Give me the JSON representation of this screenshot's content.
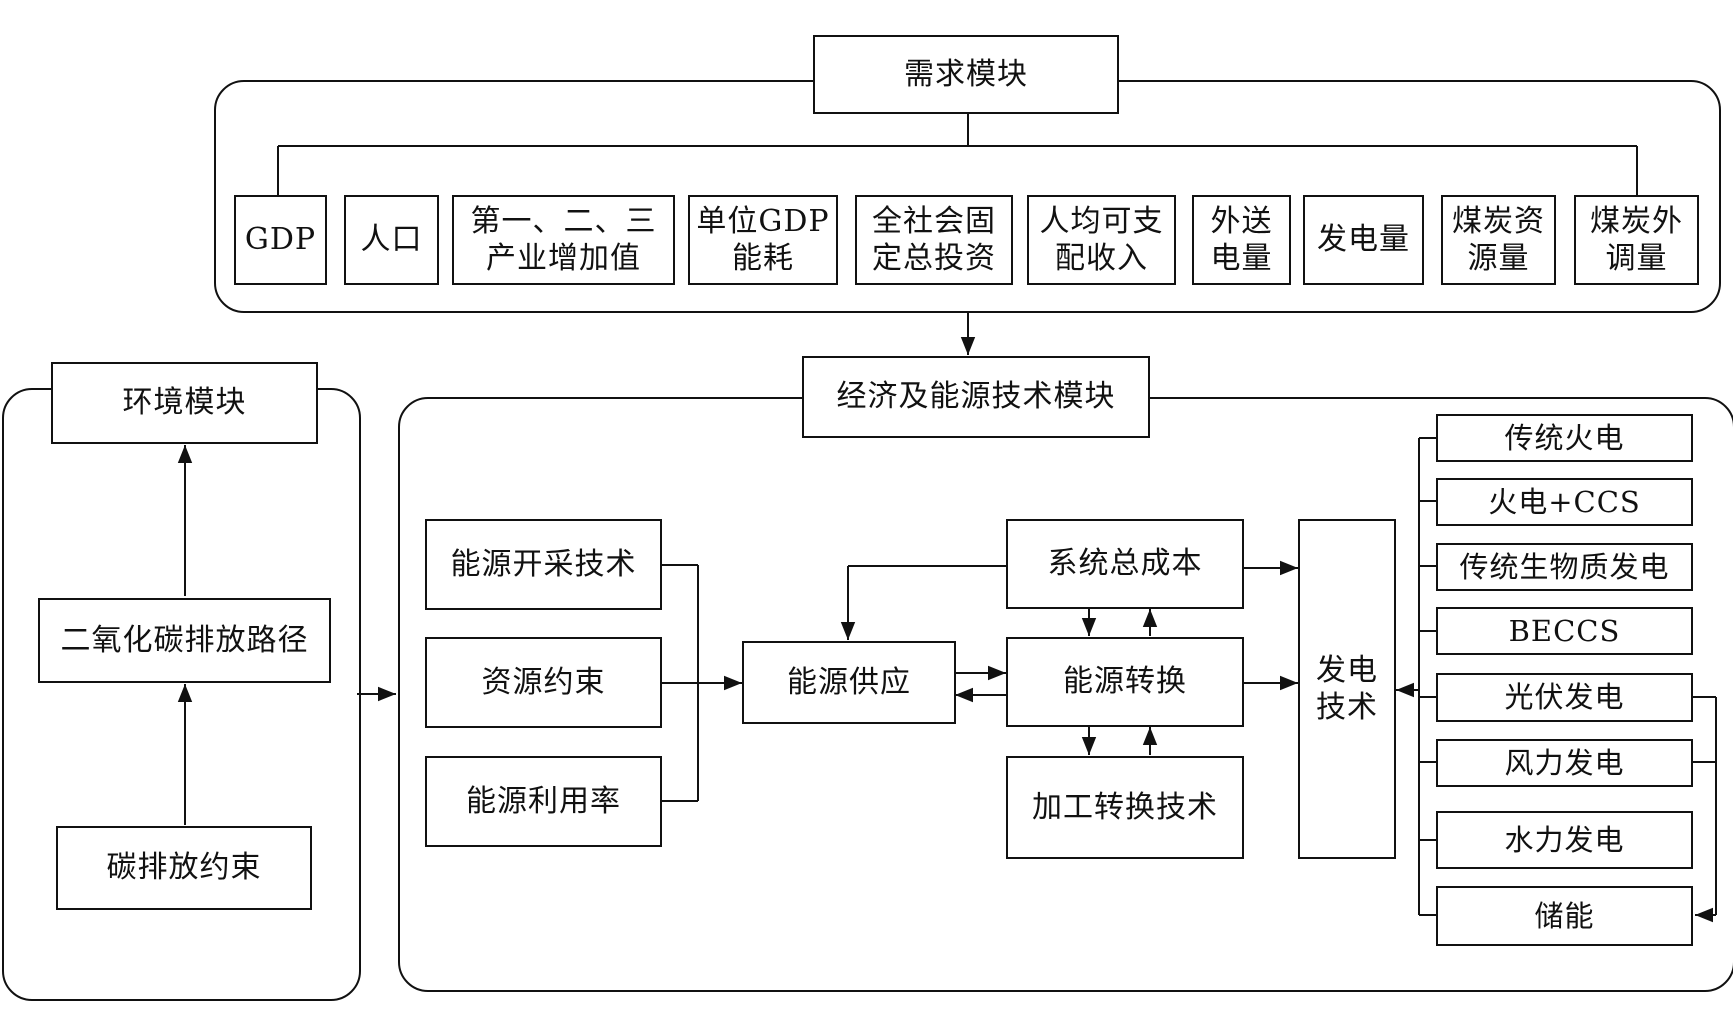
{
  "demand_module": {
    "title": "需求模块",
    "items": [
      "GDP",
      "人口",
      "第一、二、三\n产业增加值",
      "单位GDP\n能耗",
      "全社会固\n定总投资",
      "人均可支\n配收入",
      "外送\n电量",
      "发电量",
      "煤炭资\n源量",
      "煤炭外\n调量"
    ]
  },
  "environment_module": {
    "title": "环境模块",
    "emission_path": "二氧化碳排放路径",
    "carbon_constraint": "碳排放约束"
  },
  "energy_module": {
    "title": "经济及能源技术模块",
    "inputs": [
      "能源开采技术",
      "资源约束",
      "能源利用率"
    ],
    "energy_supply": "能源供应",
    "system_cost": "系统总成本",
    "energy_conversion": "能源转换",
    "processing_tech": "加工转换技术",
    "power_tech": "发电\n技术",
    "power_types": [
      "传统火电",
      "火电+CCS",
      "传统生物质发电",
      "BECCS",
      "光伏发电",
      "风力发电",
      "水力发电",
      "储能"
    ]
  }
}
